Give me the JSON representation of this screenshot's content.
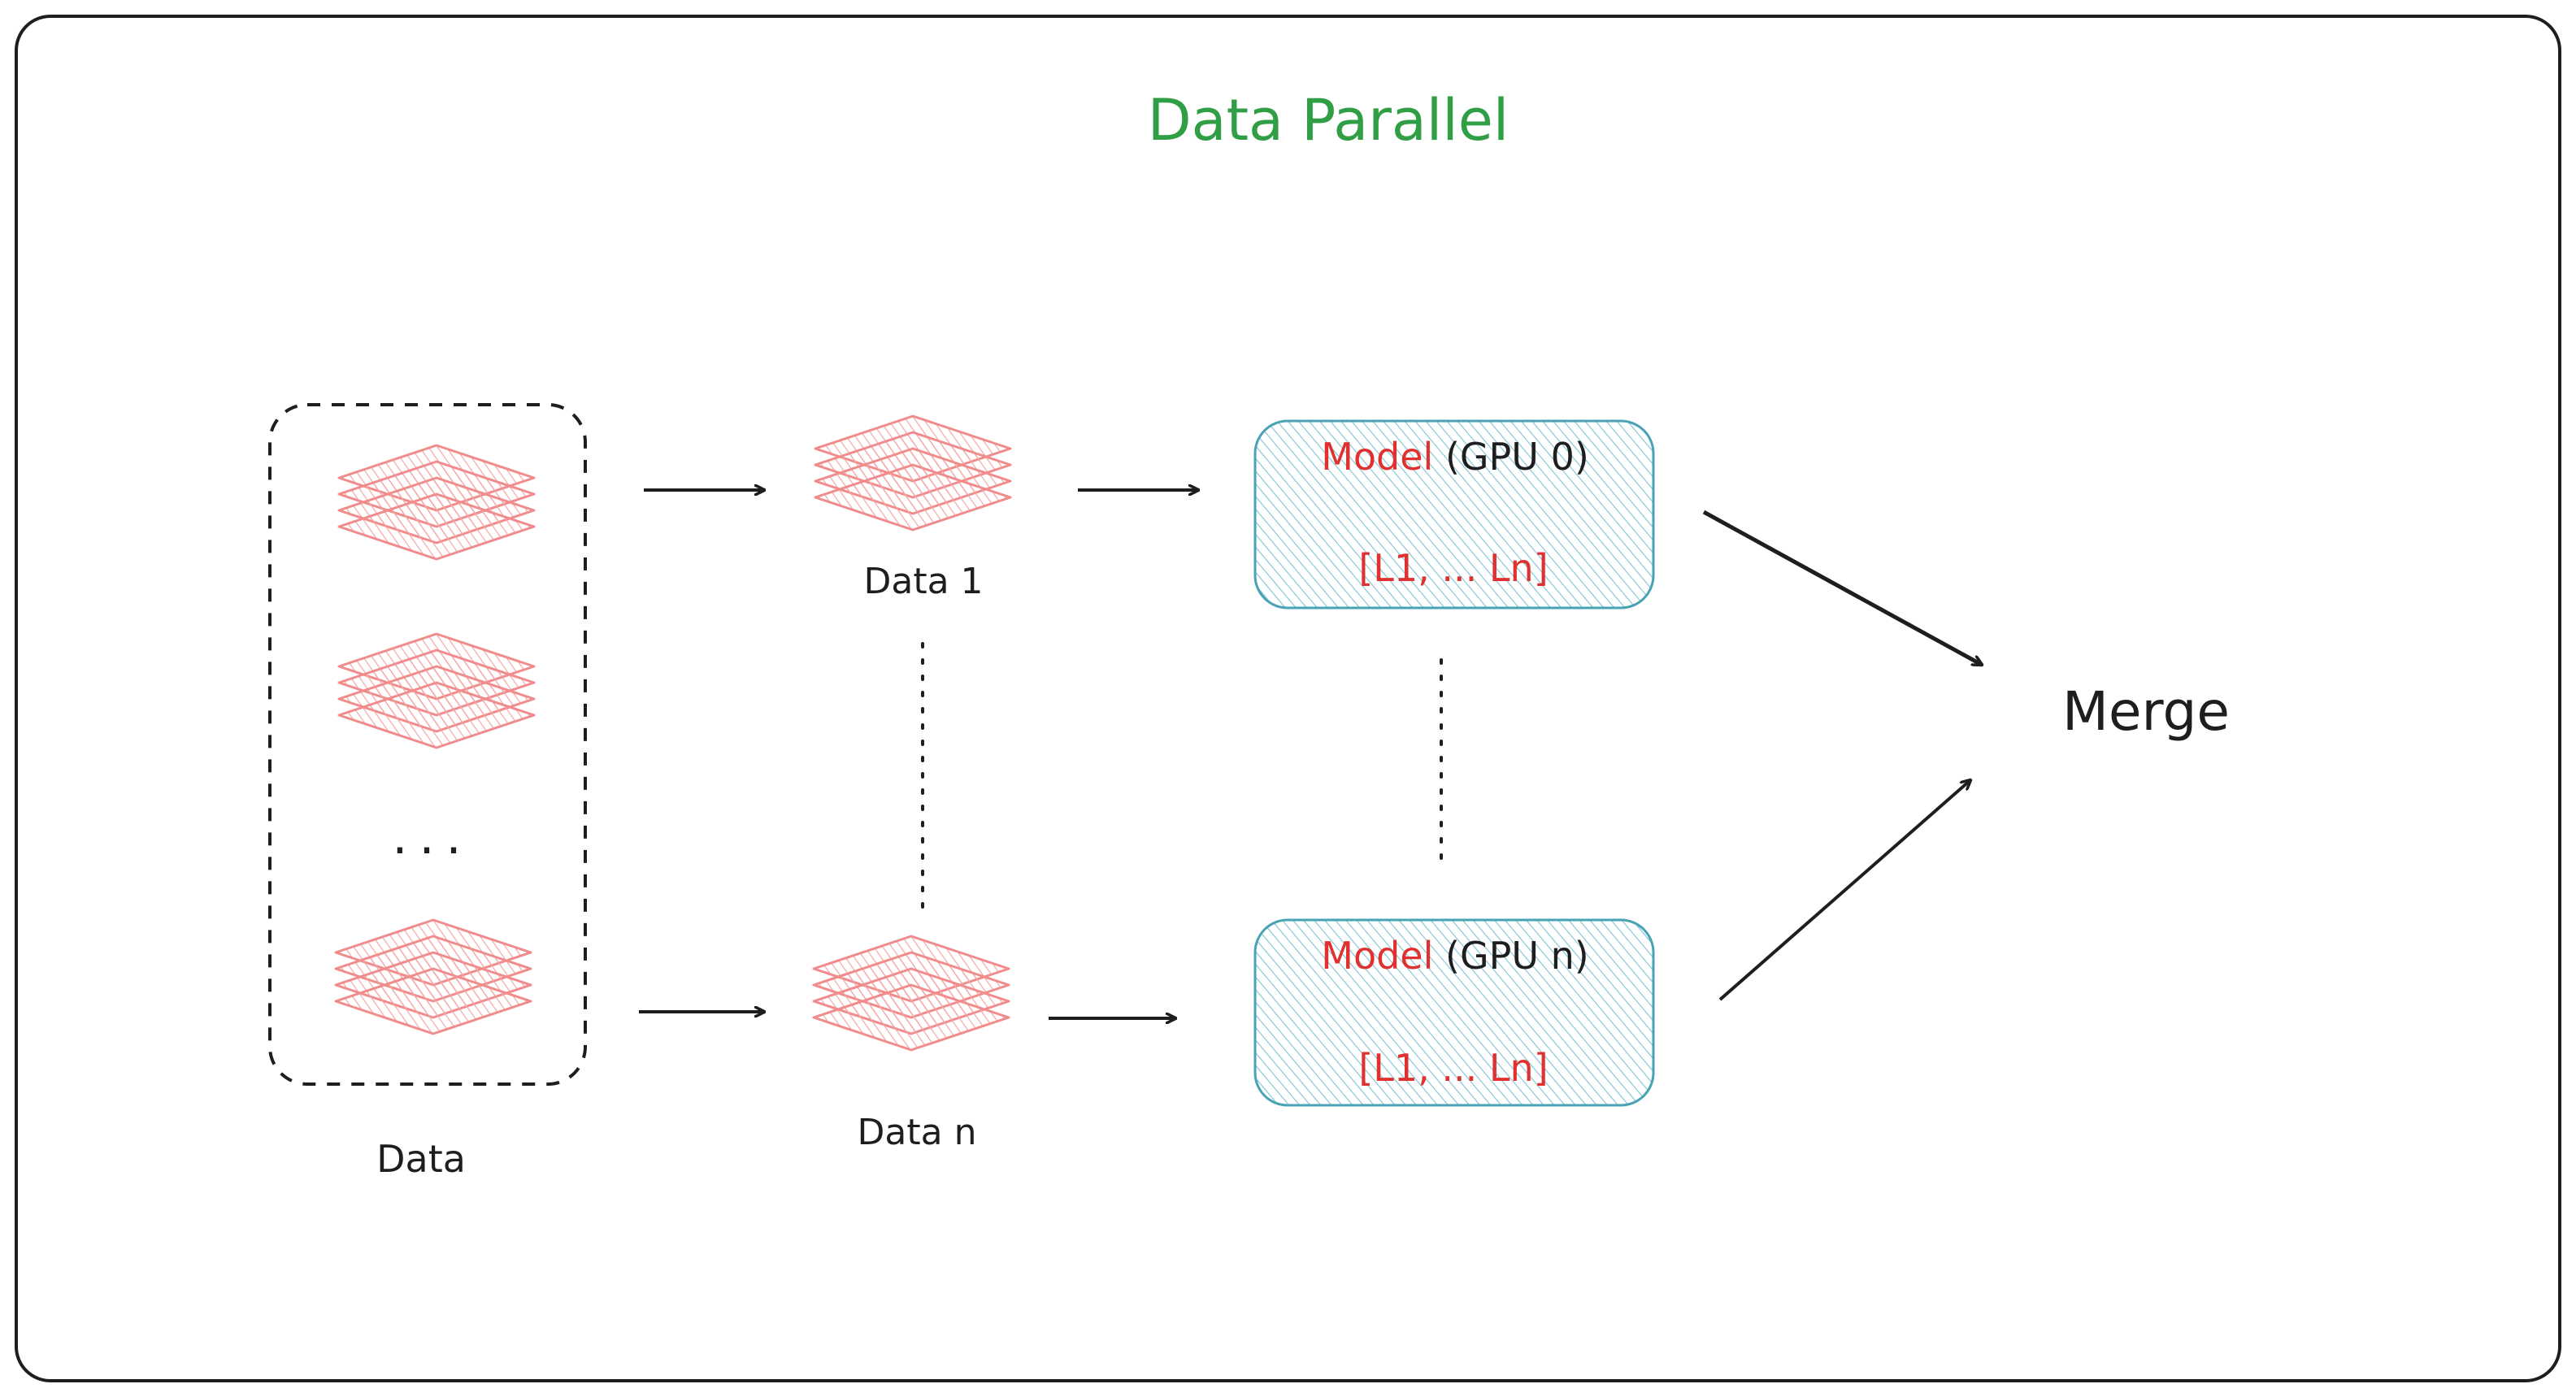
{
  "title": "Data Parallel",
  "data_group_label": "Data",
  "ellipsis": "...",
  "shard_top_label": "Data 1",
  "shard_bottom_label": "Data n",
  "model_top": {
    "name": "Model",
    "device": "(GPU 0)",
    "layers": "[L1, ... Ln]"
  },
  "model_bottom": {
    "name": "Model",
    "device": "(GPU n)",
    "layers": "[L1, ... Ln]"
  },
  "merge_label": "Merge",
  "colors": {
    "title_green": "#2f9e44",
    "model_red": "#e03131",
    "layer_pink": "#f08c8c",
    "model_fill": "#a5d8e3",
    "model_stroke": "#4aa3b5",
    "ink": "#1e1e1e"
  },
  "icons": {
    "data_stack": "layers-icon"
  }
}
